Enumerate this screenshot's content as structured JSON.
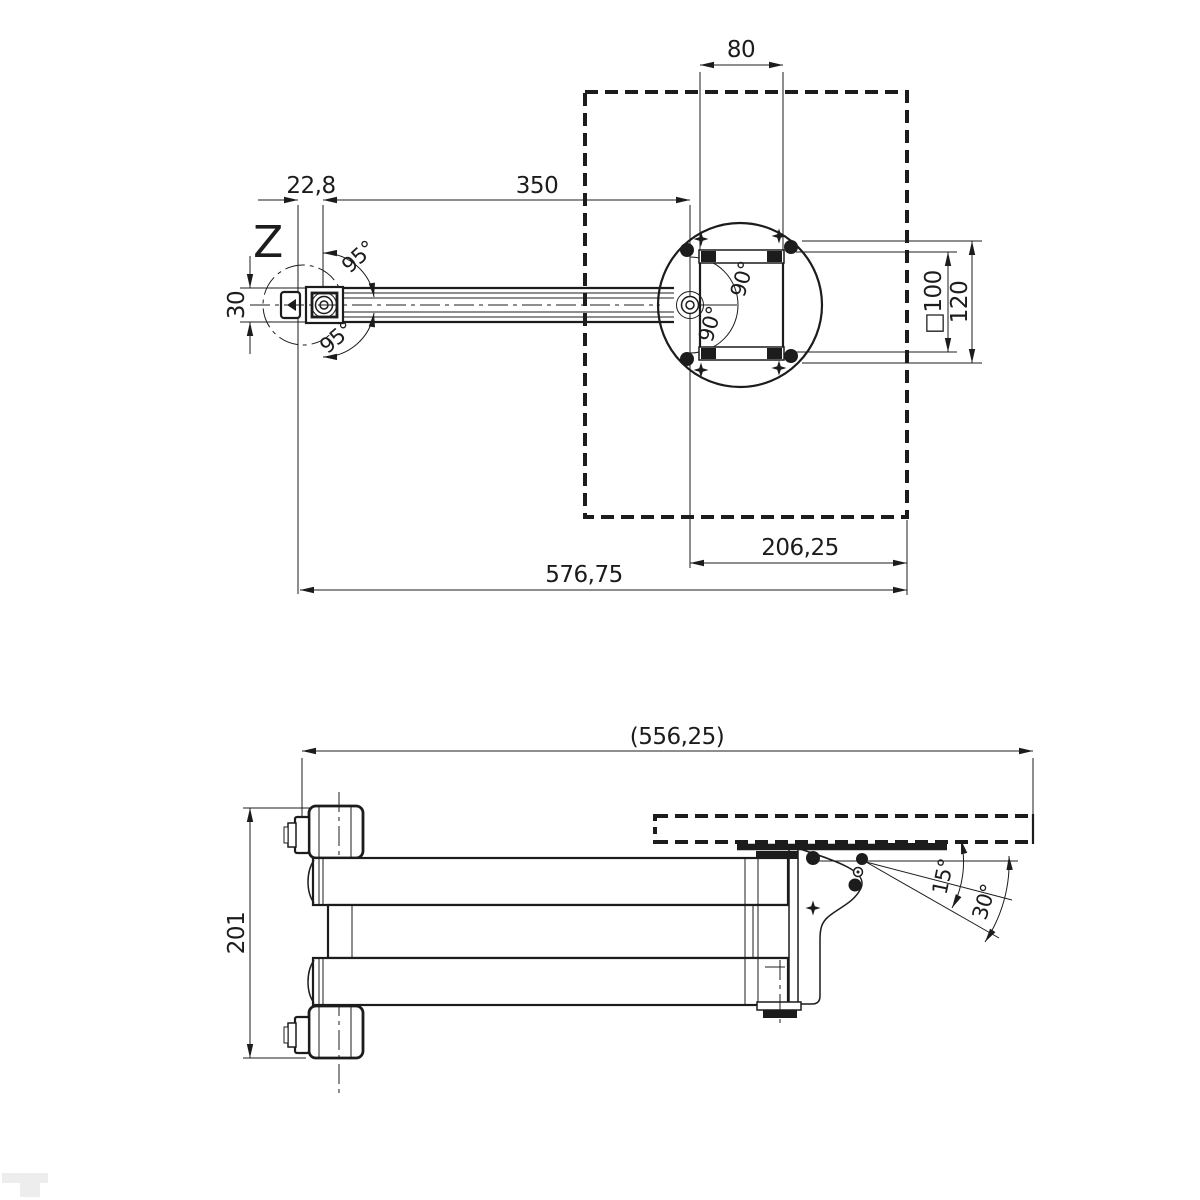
{
  "drawing": {
    "background": "#ffffff",
    "line_color": "#1c1c1c",
    "top_view": {
      "detail_label": "Z",
      "dim_hole_spacing": "80",
      "dim_wall_offset": "22,8",
      "dim_arm_length": "350",
      "dim_bracket_height": "30",
      "angle_swivel_upper": "95°",
      "angle_swivel_lower": "95°",
      "angle_head_upper": "90°",
      "angle_head_lower": "90°",
      "dim_vesa": "□100",
      "dim_plate_height": "120",
      "dim_head_to_edge": "206,25",
      "dim_overall_depth": "576,75"
    },
    "side_view": {
      "dim_overall_length": "(556,25)",
      "dim_overall_height": "201",
      "angle_tilt_up": "15°",
      "angle_tilt_down": "30°"
    }
  }
}
